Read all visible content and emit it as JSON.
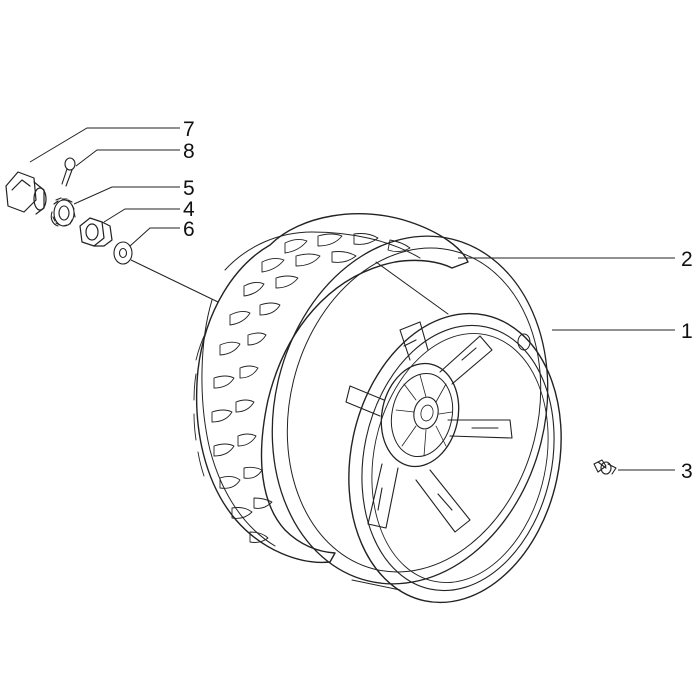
{
  "diagram": {
    "callouts": [
      {
        "id": "c7",
        "label": "7"
      },
      {
        "id": "c8",
        "label": "8"
      },
      {
        "id": "c5",
        "label": "5"
      },
      {
        "id": "c4",
        "label": "4"
      },
      {
        "id": "c6",
        "label": "6"
      },
      {
        "id": "c2",
        "label": "2"
      },
      {
        "id": "c1",
        "label": "1"
      },
      {
        "id": "c3",
        "label": "3"
      }
    ],
    "colors": {
      "ink": "#222222",
      "background": "#ffffff"
    }
  }
}
